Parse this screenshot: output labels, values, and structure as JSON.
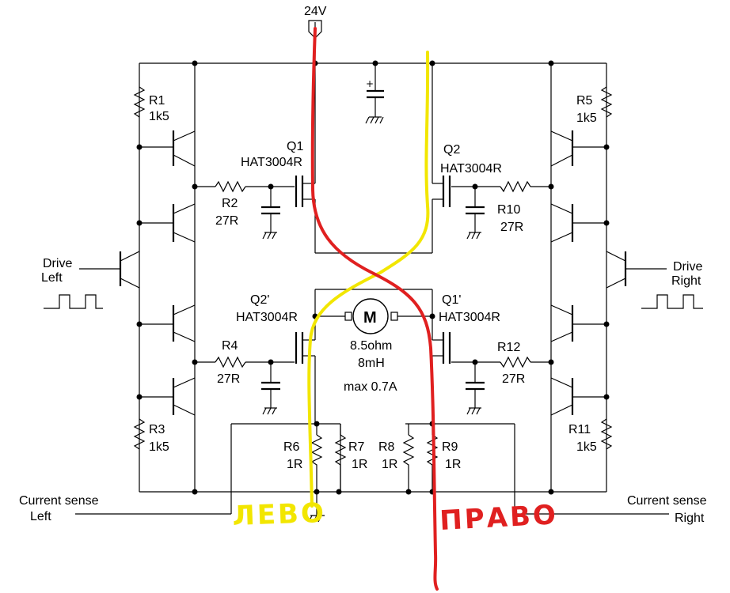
{
  "supply": {
    "label": "24V"
  },
  "transistors": {
    "q1": {
      "name": "Q1",
      "part": "HAT3004R"
    },
    "q2": {
      "name": "Q2",
      "part": "HAT3004R"
    },
    "q1p": {
      "name": "Q1'",
      "part": "HAT3004R"
    },
    "q2p": {
      "name": "Q2'",
      "part": "HAT3004R"
    }
  },
  "resistors": {
    "r1": {
      "name": "R1",
      "value": "1k5"
    },
    "r2": {
      "name": "R2",
      "value": "27R"
    },
    "r3": {
      "name": "R3",
      "value": "1k5"
    },
    "r4": {
      "name": "R4",
      "value": "27R"
    },
    "r5": {
      "name": "R5",
      "value": "1k5"
    },
    "r6": {
      "name": "R6",
      "value": "1R"
    },
    "r7": {
      "name": "R7",
      "value": "1R"
    },
    "r8": {
      "name": "R8",
      "value": "1R"
    },
    "r9": {
      "name": "R9",
      "value": "1R"
    },
    "r10": {
      "name": "R10",
      "value": "27R"
    },
    "r11": {
      "name": "R11",
      "value": "1k5"
    },
    "r12": {
      "name": "R12",
      "value": "27R"
    }
  },
  "motor": {
    "symbol": "M",
    "resistance": "8.5ohm",
    "inductance": "8mH",
    "max_current": "max 0.7A"
  },
  "inputs": {
    "drive_left": [
      "Drive",
      "Left"
    ],
    "drive_right": [
      "Drive",
      "Right"
    ],
    "sense_left": [
      "Current sense",
      "Left"
    ],
    "sense_right": [
      "Current sense",
      "Right"
    ]
  },
  "annotations": {
    "left": {
      "text": "ЛЕВО",
      "color": "#f2e600"
    },
    "right": {
      "text": "ПРАВО",
      "color": "#e02020"
    }
  }
}
